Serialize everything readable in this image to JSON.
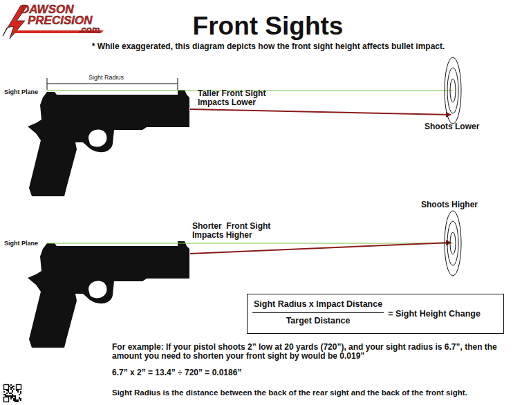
{
  "diagram": {
    "title": "Front Sights",
    "nodes": [
      {
        "text": [
          "Sight Radius x Impact Distance",
          "Target Distance",
          "= Sight Height Change"
        ]
      }
    ],
    "labels": [
      "DAWSON",
      "PRECISION",
      ".com",
      "* While exaggerated, this diagram depicts how the front sight height affects bullet impact.",
      "Sight Radius",
      "Sight Plane",
      "Taller Front Sight Impacts Lower",
      "Shoots Lower",
      "Shoots Higher",
      "Sight Plane",
      "Shorter  Front Sight Impacts Higher",
      "For example: If your pistol shoots 2” low at 20 yards (720”), and your sight radius is 6.7”, then the amount you need to shorten your front sight by would be 0.019”",
      "6.7” x 2” = 13.4” ÷ 720” = 0.0186”",
      "Sight Radius is the distance between the back of the rear sight and the back of the front sight."
    ]
  }
}
